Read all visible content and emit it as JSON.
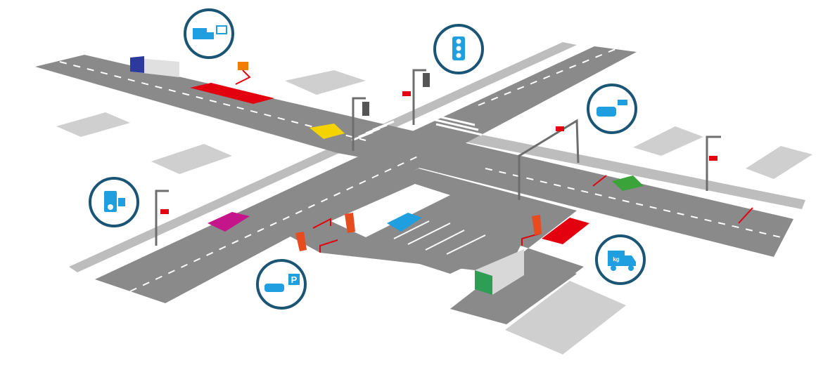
{
  "scene": {
    "colors": {
      "road": "#8a8a8a",
      "sidewalk": "#c8c8c8",
      "marking": "#ffffff",
      "restricted": "#e3000f",
      "icon": "#1f9ee0",
      "ring": "#1b5575",
      "pole": "#6d6d6d"
    },
    "badges": [
      {
        "name": "truck-weigh-station",
        "icon": "truck-scale-icon"
      },
      {
        "name": "traffic-light",
        "icon": "traffic-light-icon"
      },
      {
        "name": "speed-camera-car",
        "icon": "car-camera-icon"
      },
      {
        "name": "speed-camera",
        "icon": "camera-box-icon"
      },
      {
        "name": "parking",
        "icon": "parking-icon",
        "text": "P"
      },
      {
        "name": "weight-truck",
        "icon": "truck-kg-icon",
        "text": "kg"
      }
    ]
  }
}
